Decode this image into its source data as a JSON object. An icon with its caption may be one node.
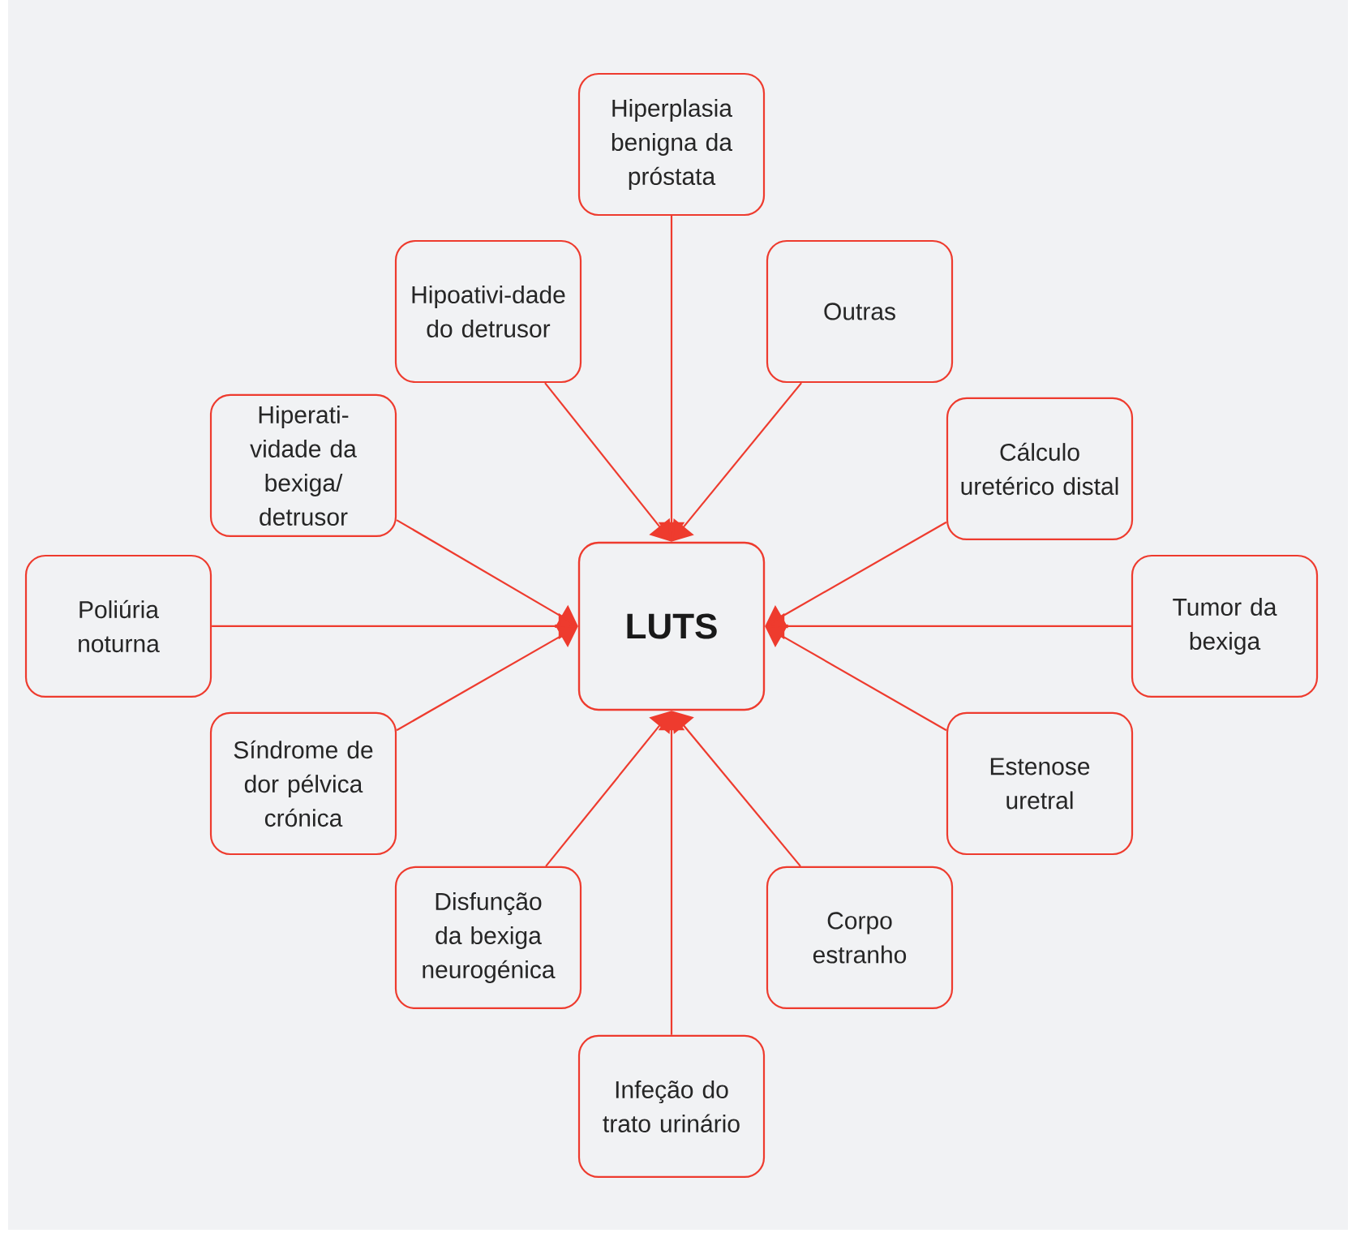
{
  "diagram": {
    "nodes": [
      {
        "text": [
          "LUTS"
        ]
      },
      {
        "text": [
          "Hiperplasia benigna da próstata"
        ]
      },
      {
        "text": [
          "Hipoativi-dade do detrusor"
        ]
      },
      {
        "text": [
          "Outras"
        ]
      },
      {
        "text": [
          "Hiperati-vidade da bexiga/ detrusor"
        ]
      },
      {
        "text": [
          "Cálculo uretérico distal"
        ]
      },
      {
        "text": [
          "Poliúria noturna"
        ]
      },
      {
        "text": [
          "Tumor da bexiga"
        ]
      },
      {
        "text": [
          "Síndrome de dor pélvica crónica"
        ]
      },
      {
        "text": [
          "Estenose uretral"
        ]
      },
      {
        "text": [
          "Disfunção da bexiga neurogénica"
        ]
      },
      {
        "text": [
          "Corpo estranho"
        ]
      },
      {
        "text": [
          "Infeção do trato urinário"
        ]
      }
    ],
    "edges": [
      {
        "from": 1,
        "to": 0,
        "arrow": "to"
      },
      {
        "from": 2,
        "to": 0,
        "arrow": "to"
      },
      {
        "from": 3,
        "to": 0,
        "arrow": "to"
      },
      {
        "from": 4,
        "to": 0,
        "arrow": "to"
      },
      {
        "from": 5,
        "to": 0,
        "arrow": "to"
      },
      {
        "from": 6,
        "to": 0,
        "arrow": "to"
      },
      {
        "from": 7,
        "to": 0,
        "arrow": "to"
      },
      {
        "from": 8,
        "to": 0,
        "arrow": "to"
      },
      {
        "from": 9,
        "to": 0,
        "arrow": "to"
      },
      {
        "from": 10,
        "to": 0,
        "arrow": "to"
      },
      {
        "from": 11,
        "to": 0,
        "arrow": "to"
      },
      {
        "from": 12,
        "to": 0,
        "arrow": "to"
      }
    ]
  }
}
